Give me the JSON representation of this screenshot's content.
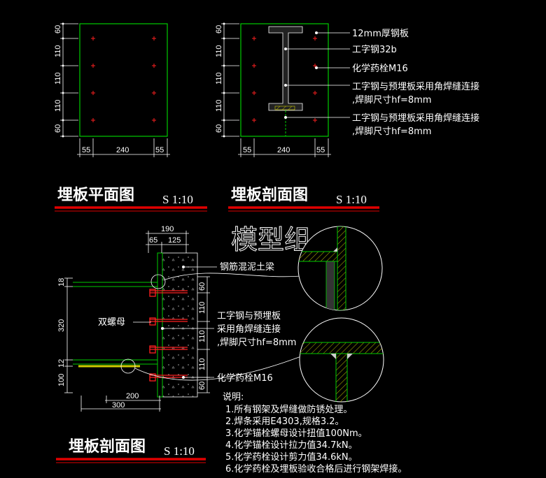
{
  "view1": {
    "title": "埋板平面图",
    "scale": "S 1:10",
    "dims_v": [
      "60",
      "110",
      "110",
      "110",
      "60"
    ],
    "dims_h": [
      "55",
      "240",
      "55"
    ]
  },
  "view2": {
    "title": "埋板剖面图",
    "scale": "S 1:10",
    "dims_v": [
      "60",
      "110",
      "110",
      "110",
      "60"
    ],
    "dims_h": [
      "55",
      "240",
      "55"
    ],
    "labels": [
      "12mm厚钢板",
      "工字钢32b",
      "化学药栓M16",
      "工字钢与预埋板采用角焊缝连接",
      ",焊脚尺寸hf=8mm",
      "工字钢与预埋板采用角焊缝连接",
      ",焊脚尺寸hf=8mm"
    ]
  },
  "view3": {
    "title": "埋板剖面图",
    "scale": "S 1:10",
    "watermark": "模型组",
    "dims_top": [
      "190",
      "65",
      "125"
    ],
    "dims_left": [
      "18",
      "320",
      "12",
      "100"
    ],
    "dims_right": [
      "60",
      "110",
      "110",
      "110",
      "60"
    ],
    "dims_bottom": [
      "200",
      "300"
    ],
    "labels": {
      "beam": "钢筋混泥土梁",
      "nut": "双螺母",
      "weld1": "工字钢与预埋板",
      "weld2": "采用角焊缝连接",
      "weld3": ",焊脚尺寸hf=8mm",
      "anchor": "化学药栓M16"
    }
  },
  "notes": {
    "heading": "说明:",
    "items": [
      "1.所有钢架及焊缝做防锈处理。",
      "2.焊条采用E4303,规格3.2。",
      "3.化学锚栓螺母设计扭值100Nm。",
      "4.化学锚栓设计拉力值34.7kN。",
      "5.化学药栓设计剪力值34.6kN。",
      "6.化学药栓及埋板验收合格后进行钢架焊接。"
    ]
  },
  "colors": {
    "plate": "#00cc00",
    "bolt": "#ff2020",
    "underline": "#e00000",
    "hatch": "#cccc00",
    "dim": "#ffffff"
  }
}
